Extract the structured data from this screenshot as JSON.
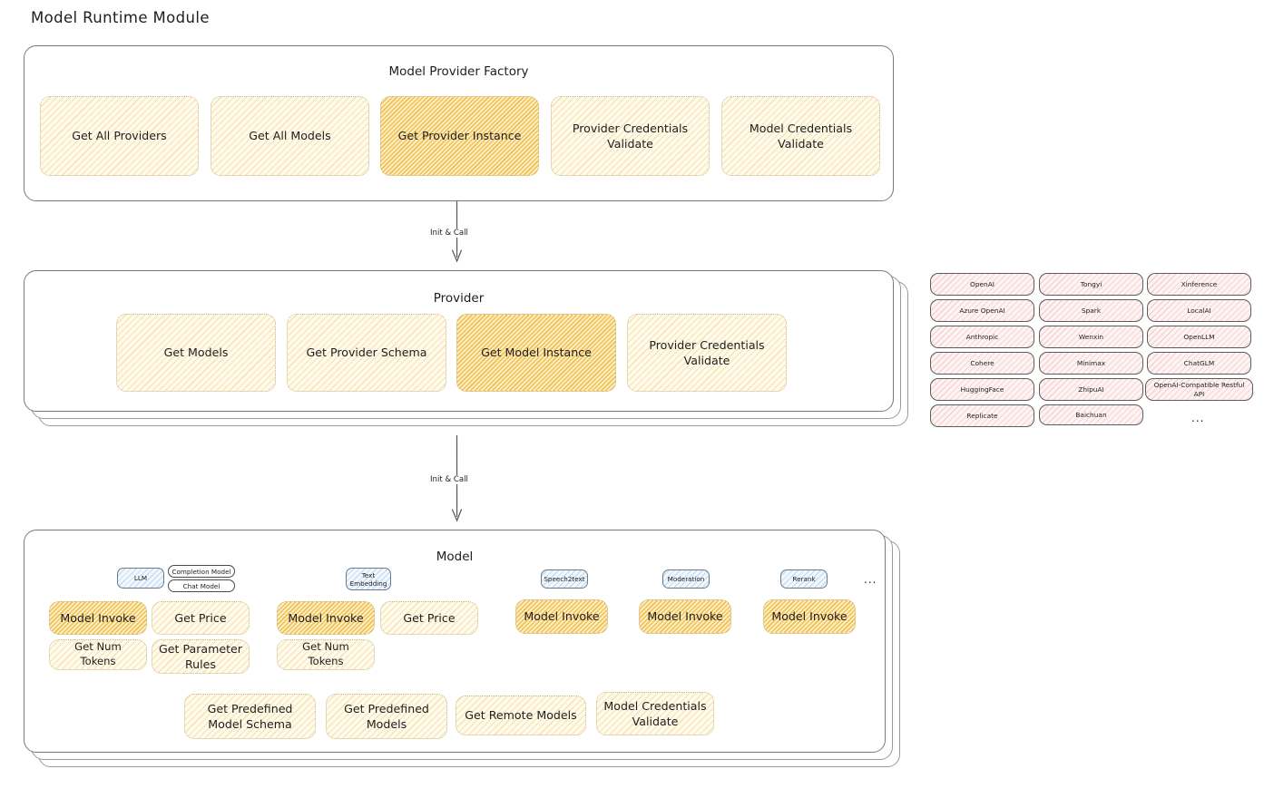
{
  "page": {
    "title": "Model Runtime Module"
  },
  "colors": {
    "highlight_fill": "#f0c04d",
    "normal_fill": "#f7e3a8",
    "provider_fill": "#f3c9c9",
    "tag_fill": "#bcd8ef",
    "stroke": "#1e1e1e"
  },
  "factory": {
    "title": "Model Provider Factory",
    "methods": [
      {
        "label": "Get All Providers",
        "highlight": false
      },
      {
        "label": "Get All Models",
        "highlight": false
      },
      {
        "label": "Get Provider Instance",
        "highlight": true
      },
      {
        "label": "Provider Credentials Validate",
        "highlight": false
      },
      {
        "label": "Model Credentials Validate",
        "highlight": false
      }
    ]
  },
  "arrows": [
    {
      "label": "Init & Call"
    },
    {
      "label": "Init & Call"
    }
  ],
  "provider": {
    "title": "Provider",
    "methods": [
      {
        "label": "Get Models",
        "highlight": false
      },
      {
        "label": "Get Provider Schema",
        "highlight": false
      },
      {
        "label": "Get Model Instance",
        "highlight": true
      },
      {
        "label": "Provider Credentials Validate",
        "highlight": false
      }
    ]
  },
  "provider_list": {
    "ellipsis": "...",
    "columns": [
      {
        "items": [
          "OpenAI",
          "Azure OpenAI",
          "Anthropic",
          "Cohere",
          "HuggingFace",
          "Replicate"
        ]
      },
      {
        "items": [
          "Tongyi",
          "Spark",
          "Wenxin",
          "Minimax",
          "ZhipuAI",
          "Baichuan"
        ]
      },
      {
        "items": [
          "Xinference",
          "LocalAI",
          "OpenLLM",
          "ChatGLM",
          "OpenAI-Compatible Restful API"
        ]
      }
    ]
  },
  "model": {
    "title": "Model",
    "ellipsis": "...",
    "types": [
      {
        "name": "LLM",
        "subtypes": [
          "Completion Model",
          "Chat Model"
        ],
        "methods": [
          {
            "label": "Model Invoke",
            "highlight": true
          },
          {
            "label": "Get Price",
            "highlight": false
          },
          {
            "label": "Get Num Tokens",
            "highlight": false
          },
          {
            "label": "Get Parameter Rules",
            "highlight": false
          }
        ]
      },
      {
        "name": "Text Embedding",
        "subtypes": [],
        "methods": [
          {
            "label": "Model Invoke",
            "highlight": true
          },
          {
            "label": "Get Price",
            "highlight": false
          },
          {
            "label": "Get Num Tokens",
            "highlight": false
          }
        ]
      },
      {
        "name": "Speech2text",
        "subtypes": [],
        "methods": [
          {
            "label": "Model Invoke",
            "highlight": true
          }
        ]
      },
      {
        "name": "Moderation",
        "subtypes": [],
        "methods": [
          {
            "label": "Model Invoke",
            "highlight": true
          }
        ]
      },
      {
        "name": "Rerank",
        "subtypes": [],
        "methods": [
          {
            "label": "Model Invoke",
            "highlight": true
          }
        ]
      }
    ],
    "common_methods": [
      {
        "label": "Get Predefined Model Schema"
      },
      {
        "label": "Get Predefined Models"
      },
      {
        "label": "Get Remote Models"
      },
      {
        "label": "Model Credentials Validate"
      }
    ]
  }
}
